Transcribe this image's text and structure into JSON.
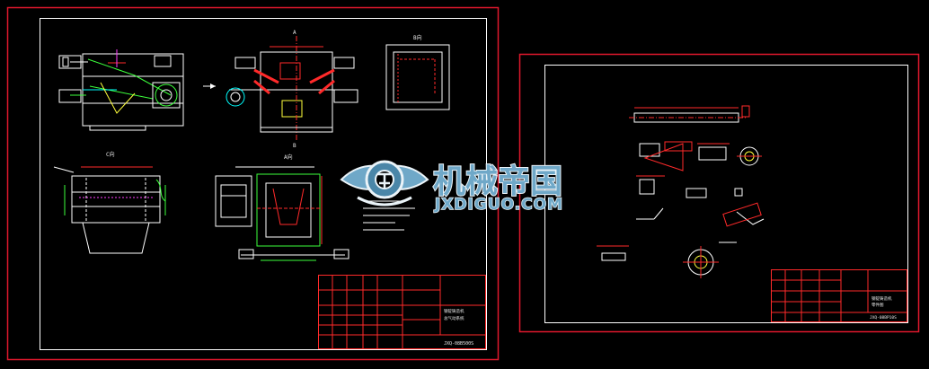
{
  "colors": {
    "background": "#000000",
    "sheet_border": "#e0182d",
    "inner_frame": "#ffffff",
    "geometry": "#ffffff",
    "dimension": "#ff2a2a",
    "hidden": "#00ffff",
    "green": "#3cff3c",
    "yellow": "#ffff3c",
    "magenta": "#ff40ff",
    "watermark_fill": "#6fa8c8",
    "watermark_stroke": "#eaf3f8"
  },
  "sheet1": {
    "view_labels": {
      "top_section": "A",
      "section_b_marker": "B",
      "view_b": "B向",
      "view_c": "C向",
      "view_a": "A向"
    },
    "title_block": {
      "title_line1": "钢锭铸造机",
      "title_line2": "总气动系统",
      "drawing_no": "JXQ-08B500S"
    }
  },
  "sheet2": {
    "title_block": {
      "title_line1": "钢锭铸造机",
      "title_line2": "零件图",
      "drawing_no": "JXQ-08BP10S"
    }
  },
  "watermark": {
    "cn_text": "机械帝国",
    "en_text": "JXDIGUO.COM",
    "emblem": "gear-wings-emblem-icon"
  }
}
